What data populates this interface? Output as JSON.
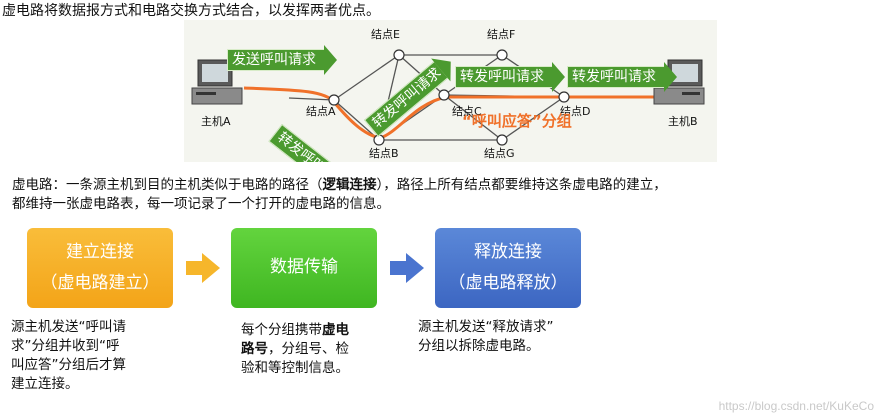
{
  "intro": "虚电路将数据报方式和电路交换方式结合，以发挥两者优点。",
  "figure": {
    "nodes": {
      "e": "结点E",
      "f": "结点F",
      "a": "结点A",
      "c": "结点C",
      "d": "结点D",
      "b": "结点B",
      "g": "结点G"
    },
    "host_a": "主机A",
    "host_b": "主机B",
    "arrows": {
      "send_call": "发送呼叫请求",
      "fwd_ab": "转发呼叫请求",
      "fwd_bc": "转发呼叫请求",
      "fwd_cd": "转发呼叫请求",
      "fwd_db": "转发呼叫请求"
    },
    "answer_label": "“呼叫应答”分组",
    "colors": {
      "arrow_green": "#4b9a2f",
      "path_orange": "#f0712a"
    }
  },
  "description": {
    "line1_a": "虚电路：一条源主机到目的主机类似于电路的路径（",
    "line1_bold": "逻辑连接",
    "line1_b": "），路径上所有结点都要维持这条虚电路的建立，",
    "line2": "都维持一张虚电路表，每一项记录了一个打开的虚电路的信息。"
  },
  "process": {
    "step1": {
      "title": "建立连接",
      "sub": "（虚电路建立）"
    },
    "step2": {
      "title": "数据传输"
    },
    "step3": {
      "title": "释放连接",
      "sub": "（虚电路释放）"
    }
  },
  "notes": {
    "n1": [
      "源主机发送“呼叫请",
      "求”分组并收到“呼",
      "叫应答”分组后才算",
      "建立连接。"
    ],
    "n2_l1_a": "每个分组携带",
    "n2_l1_bold": "虚电",
    "n2_l2_bold": "路号",
    "n2_l2_b": "，分组号、检",
    "n2_l3": "验和等控制信息。",
    "n3": [
      "源主机发送“释放请求”",
      "分组以拆除虚电路。"
    ]
  },
  "watermark": "https://blog.csdn.net/KuKeCo"
}
